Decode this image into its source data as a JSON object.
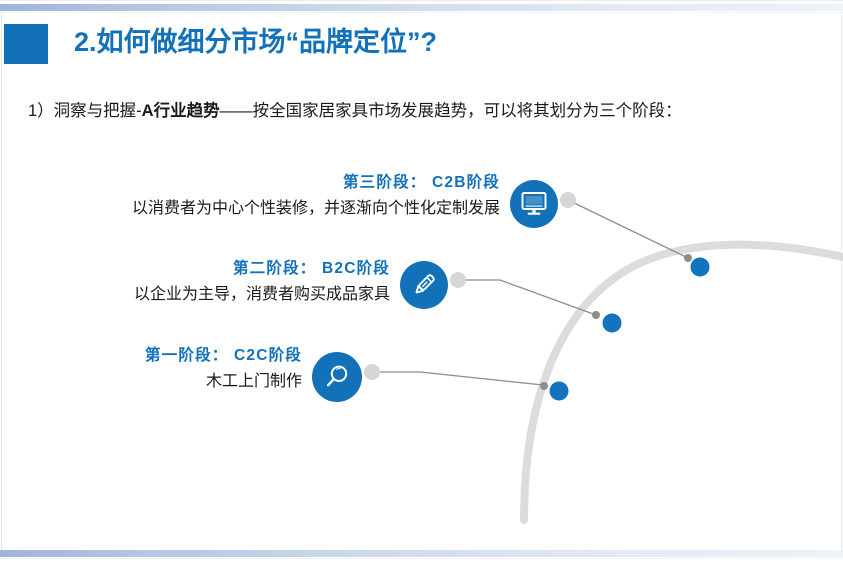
{
  "slide": {
    "title": "2.如何做细分市场“品牌定位”?",
    "lead_prefix": "1）洞察与把握-",
    "lead_bold": "A行业趋势",
    "lead_suffix": "——按全国家居家具市场发展趋势，可以将其划分为三个阶段："
  },
  "theme": {
    "accent_blue": "#1271b8",
    "dot_blue": "#1274bd",
    "arc_gray": "#dcdcdc",
    "connector_gray": "#9a9a9a",
    "node_gray": "#d2d2d2",
    "text_dark": "#1a1a1a",
    "frame_blue": "#9fb4da"
  },
  "stages": [
    {
      "id": "stage-3",
      "heading": "第三阶段： C2B阶段",
      "description": "以消费者为中心个性装修，并逐渐向个性化定制发展",
      "icon": "monitor-icon"
    },
    {
      "id": "stage-2",
      "heading": "第二阶段： B2C阶段",
      "description": "以企业为主导，消费者购买成品家具",
      "icon": "pencil-icon"
    },
    {
      "id": "stage-1",
      "heading": "第一阶段： C2C阶段",
      "description": "木工上门制作",
      "icon": "search-icon"
    }
  ]
}
